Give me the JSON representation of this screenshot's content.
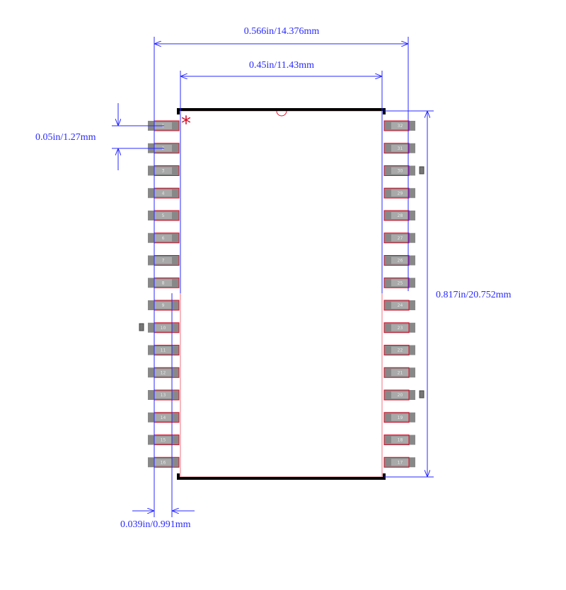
{
  "dimensions": {
    "overall_width": "0.566in/14.376mm",
    "body_width": "0.45in/11.43mm",
    "pitch": "0.05in/1.27mm",
    "body_length": "0.817in/20.752mm",
    "pad_width": "0.039in/0.991mm"
  },
  "pin1_marker": "*",
  "pins_left": [
    "1",
    "2",
    "3",
    "4",
    "5",
    "6",
    "7",
    "8",
    "9",
    "10",
    "11",
    "12",
    "13",
    "14",
    "15",
    "16"
  ],
  "pins_right": [
    "32",
    "31",
    "30",
    "29",
    "28",
    "27",
    "26",
    "25",
    "24",
    "23",
    "22",
    "21",
    "20",
    "19",
    "18",
    "17"
  ],
  "colors": {
    "dimension": "#2a2aff",
    "silkscreen": "#000000",
    "courtyard": "#e0112e",
    "pad": "#8a8a8a"
  }
}
